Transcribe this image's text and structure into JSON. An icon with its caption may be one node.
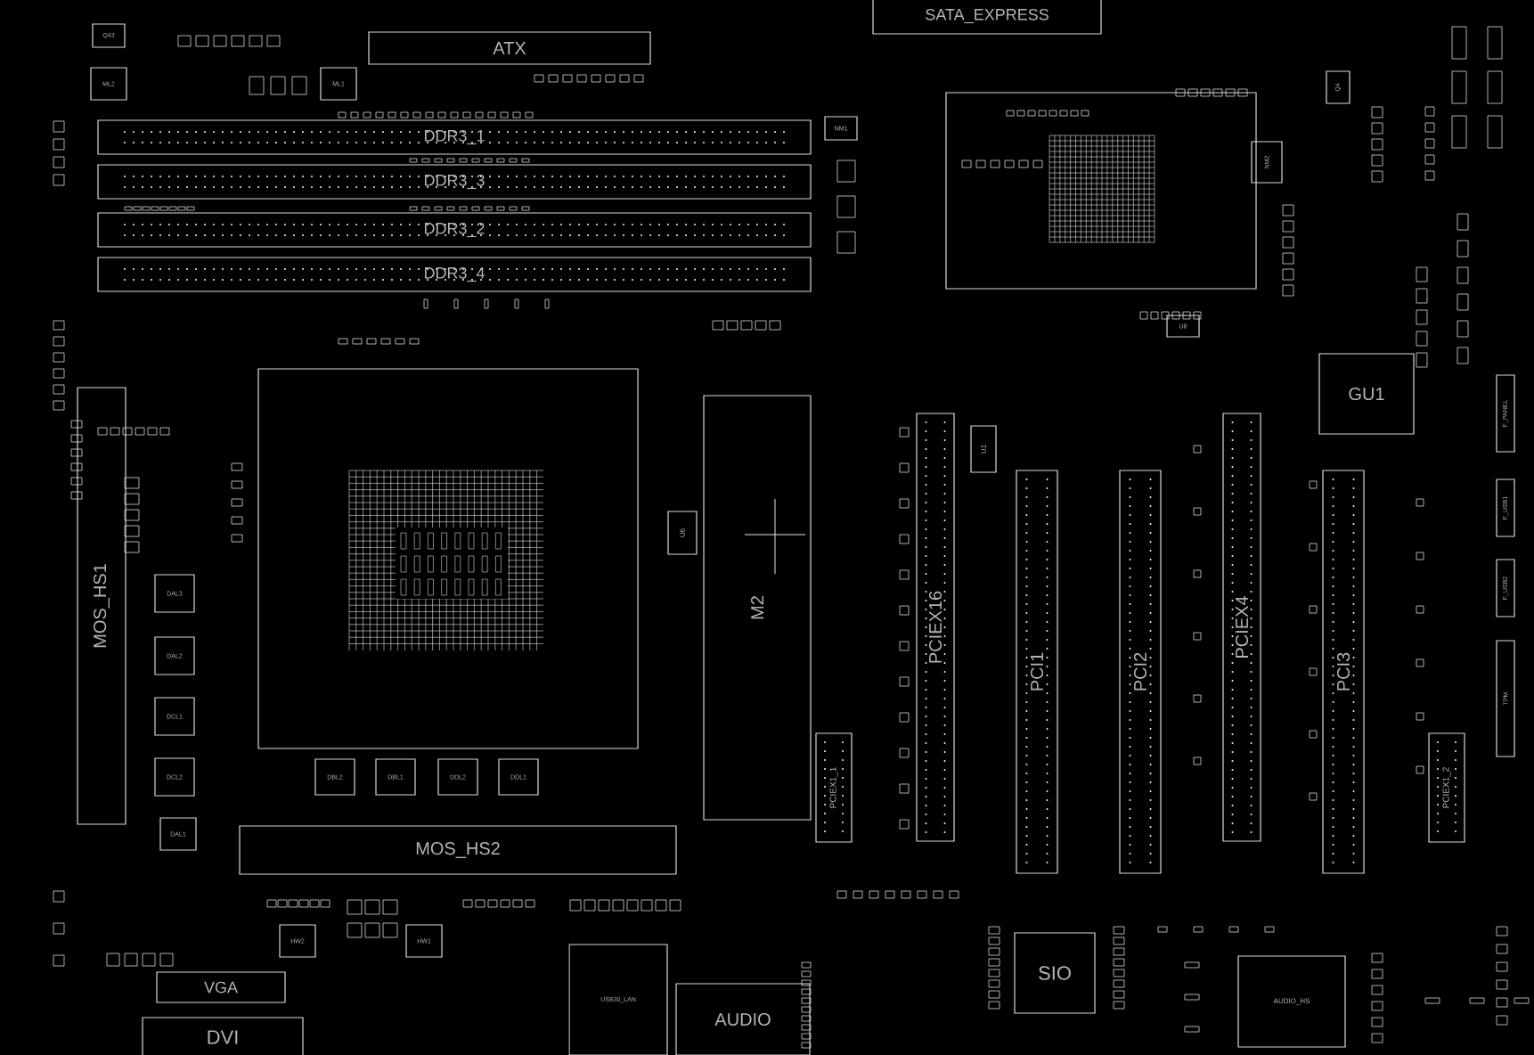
{
  "diagram": {
    "nodes": [
      {
        "text": [
          "Q43"
        ]
      },
      {
        "text": [
          "ATX"
        ]
      },
      {
        "text": [
          "SATA_EXPRESS"
        ]
      },
      {
        "text": [
          "Q4"
        ]
      },
      {
        "text": [
          "ML2"
        ]
      },
      {
        "text": [
          "ML1"
        ]
      },
      {
        "text": [
          "NM1"
        ]
      },
      {
        "text": [
          "NM2"
        ]
      },
      {
        "text": [
          "DDR3_1"
        ]
      },
      {
        "text": [
          "DDR3_3"
        ]
      },
      {
        "text": [
          "DDR3_2"
        ]
      },
      {
        "text": [
          "DDR3_4"
        ]
      },
      {
        "text": [
          "U8"
        ]
      },
      {
        "text": [
          "GU1"
        ]
      },
      {
        "text": [
          "F_PANEL"
        ]
      },
      {
        "text": [
          "MOS_HS1"
        ]
      },
      {
        "text": [
          "M2"
        ]
      },
      {
        "text": [
          "U1"
        ]
      },
      {
        "text": [
          "PCIEX16"
        ]
      },
      {
        "text": [
          "PCIEX4"
        ]
      },
      {
        "text": [
          "F_USB1"
        ]
      },
      {
        "text": [
          "U6"
        ]
      },
      {
        "text": [
          "DAL3"
        ]
      },
      {
        "text": [
          "F_USB2"
        ]
      },
      {
        "text": [
          "DAL2"
        ]
      },
      {
        "text": [
          "PCI1"
        ]
      },
      {
        "text": [
          "PCI2"
        ]
      },
      {
        "text": [
          "PCI3"
        ]
      },
      {
        "text": [
          "TPM"
        ]
      },
      {
        "text": [
          "DCL1"
        ]
      },
      {
        "text": [
          "DCL2"
        ]
      },
      {
        "text": [
          "DBL2"
        ]
      },
      {
        "text": [
          "DBL1"
        ]
      },
      {
        "text": [
          "DDL2"
        ]
      },
      {
        "text": [
          "DDL1"
        ]
      },
      {
        "text": [
          "PCIEX1_1"
        ]
      },
      {
        "text": [
          "PCIEX1_2"
        ]
      },
      {
        "text": [
          "DAL1"
        ]
      },
      {
        "text": [
          "MOS_HS2"
        ]
      },
      {
        "text": [
          "HW2"
        ]
      },
      {
        "text": [
          "HW1"
        ]
      },
      {
        "text": [
          "SIO"
        ]
      },
      {
        "text": [
          "AUDIO_HS"
        ]
      },
      {
        "text": [
          "VGA"
        ]
      },
      {
        "text": [
          "USB30_LAN"
        ]
      },
      {
        "text": [
          "AUDIO"
        ]
      },
      {
        "text": [
          "DVI"
        ]
      }
    ]
  }
}
